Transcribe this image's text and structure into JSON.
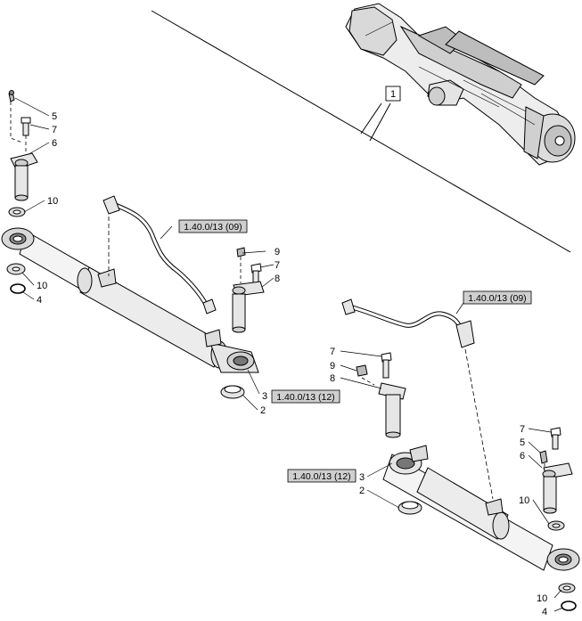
{
  "callouts": {
    "overview_index": "1",
    "left": {
      "c5": "5",
      "c7a": "7",
      "c6": "6",
      "c10a": "10",
      "c10b": "10",
      "c4": "4",
      "c9": "9",
      "c7b": "7",
      "c8": "8",
      "c3": "3",
      "c2": "2"
    },
    "right": {
      "c7a": "7",
      "c9": "9",
      "c8": "8",
      "c3": "3",
      "c2": "2",
      "c7b": "7",
      "c5": "5",
      "c6": "6",
      "c10a": "10",
      "c10b": "10",
      "c4": "4"
    }
  },
  "references": {
    "left_hose": "1.40.0/13 (09)",
    "left_cylinder": "1.40.0/13 (12)",
    "right_hose": "1.40.0/13 (09)",
    "right_cylinder": "1.40.0/13 (12)"
  }
}
